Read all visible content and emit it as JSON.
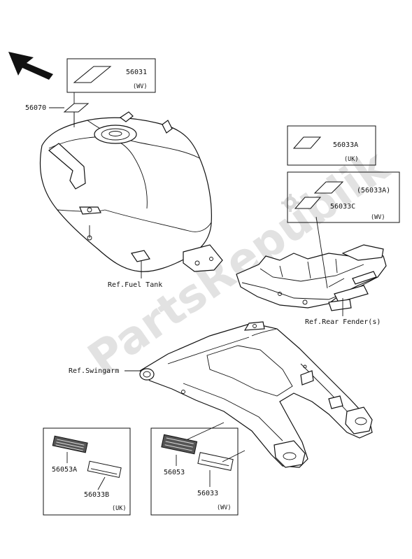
{
  "labels": {
    "p56031": "56031",
    "p56031_var": "(WV)",
    "p56070": "56070",
    "p56033A_uk": "56033A",
    "p56033A_uk_var": "(UK)",
    "p56033A_wv": "(56033A)",
    "p56033C": "56033C",
    "wv_group_var": "(WV)",
    "ref_fuel_tank": "Ref.Fuel Tank",
    "ref_rear_fender": "Ref.Rear Fender(s)",
    "ref_swingarm": "Ref.Swingarm",
    "p56053A": "56053A",
    "p56033B": "56033B",
    "uk_group_var": "(UK)",
    "p56053": "56053",
    "p56033": "56033",
    "wv_bottom_var": "(WV)"
  },
  "watermark": {
    "text": "PartsRepublik",
    "color": "#d9d9d9",
    "icon": "gear-icon"
  },
  "direction_indicator": {
    "icon": "arrow-up-left-icon"
  }
}
